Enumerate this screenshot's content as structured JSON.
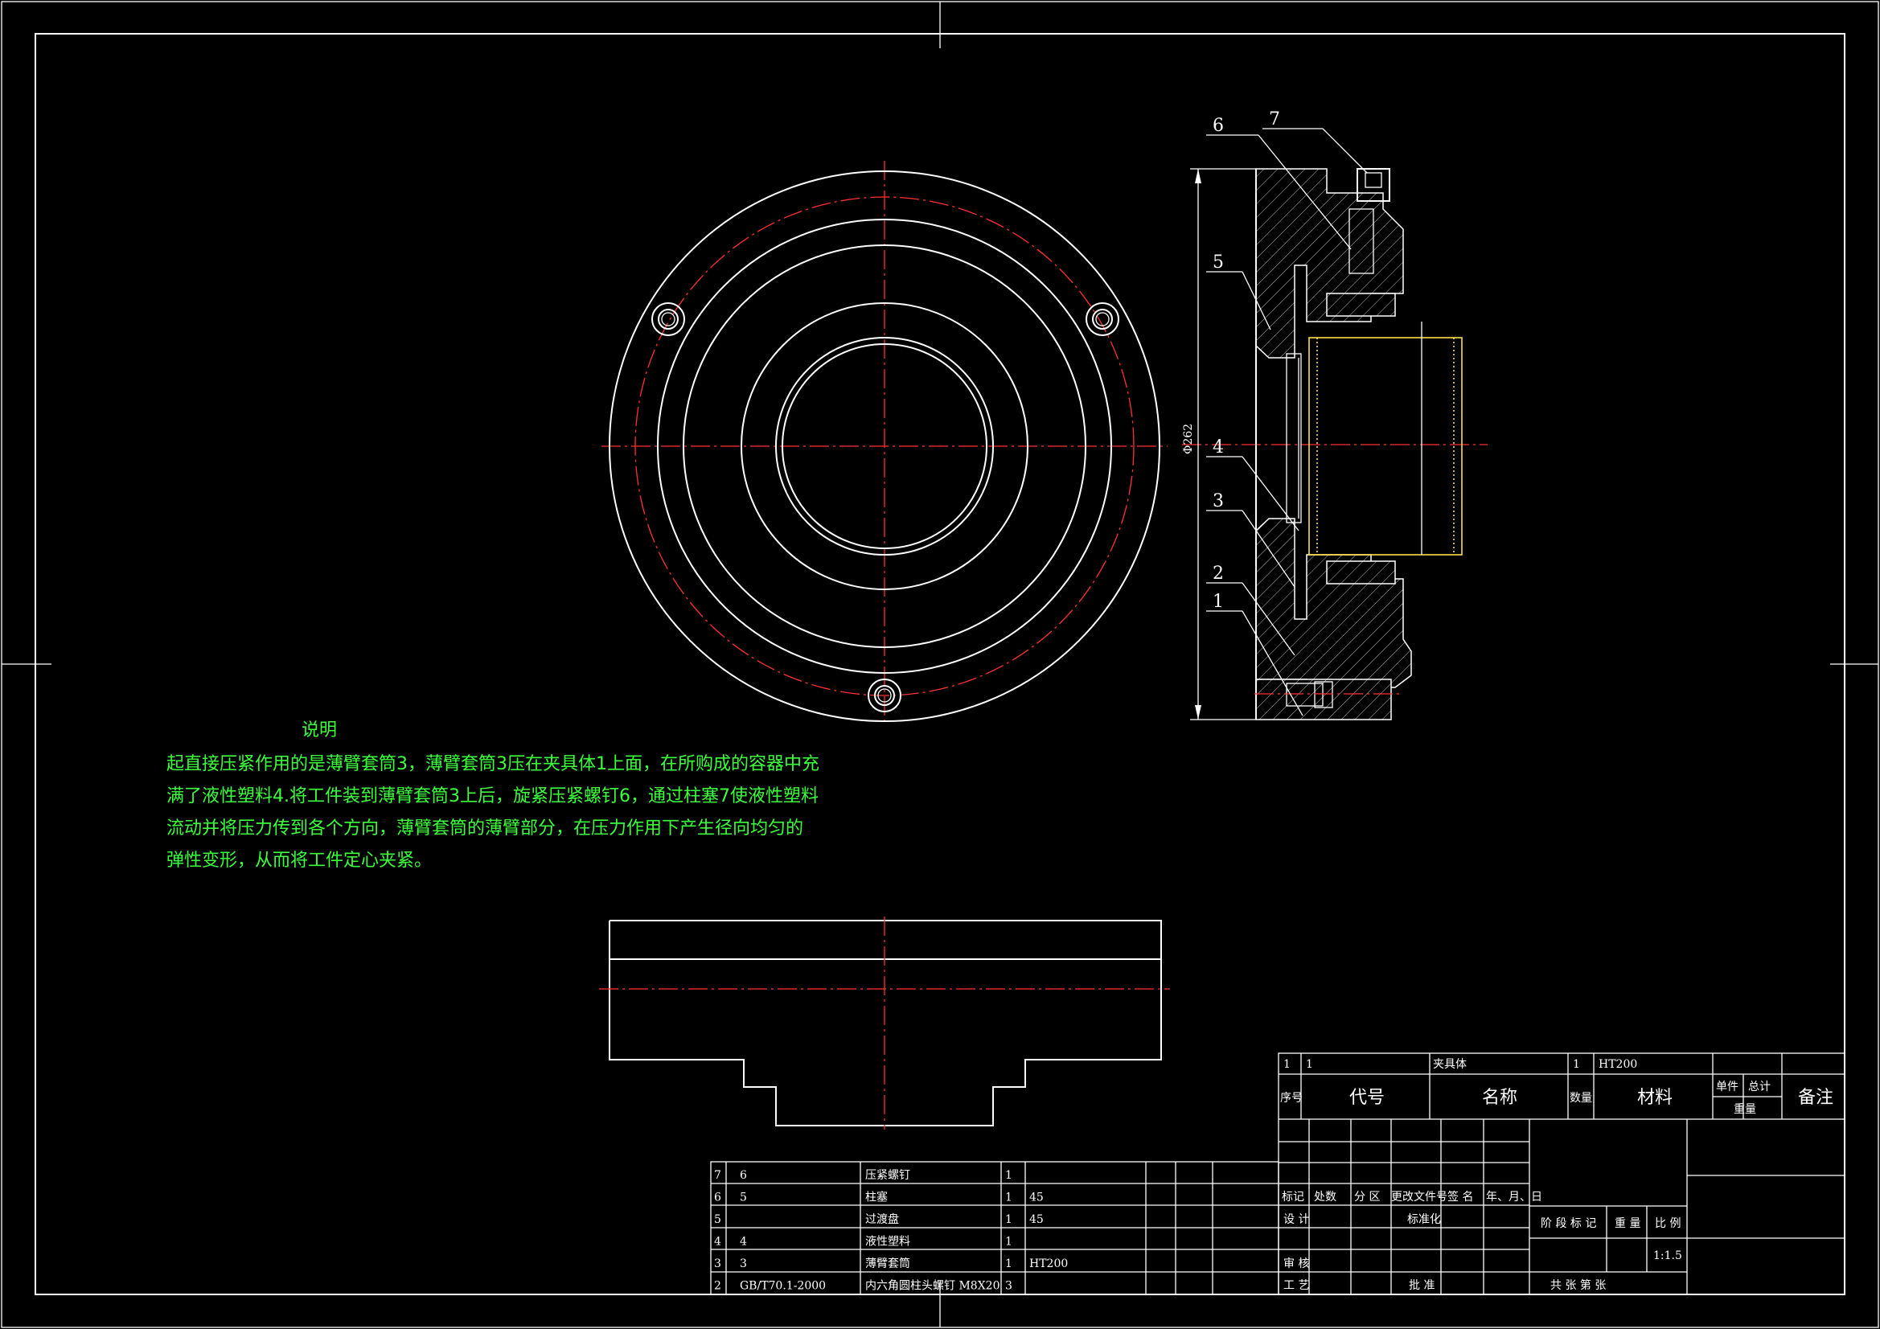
{
  "notes": {
    "title": "说明",
    "lines": [
      "起直接压紧作用的是薄臂套筒3，薄臂套筒3压在夹具体1上面，在所购成的容器中充",
      "满了液性塑料4.将工件装到薄臂套筒3上后，旋紧压紧螺钉6，通过柱塞7使液性塑料",
      "流动并将压力传到各个方向，薄臂套筒的薄臂部分，在压力作用下产生径向均匀的",
      "弹性变形，从而将工件定心夹紧。"
    ]
  },
  "section_view": {
    "balloons": [
      "6",
      "7",
      "5",
      "4",
      "3",
      "2",
      "1"
    ],
    "dimension": "Φ262"
  },
  "bom": {
    "rows": [
      {
        "seq": "7",
        "code": "6",
        "name": "压紧螺钉",
        "qty": "1",
        "material": ""
      },
      {
        "seq": "6",
        "code": "5",
        "name": "柱塞",
        "qty": "1",
        "material": "45"
      },
      {
        "seq": "5",
        "code": "",
        "name": "过渡盘",
        "qty": "1",
        "material": "45"
      },
      {
        "seq": "4",
        "code": "4",
        "name": "液性塑料",
        "qty": "1",
        "material": ""
      },
      {
        "seq": "3",
        "code": "3",
        "name": "薄臂套筒",
        "qty": "1",
        "material": "HT200"
      },
      {
        "seq": "2",
        "code": "GB/T70.1-2000",
        "name": "内六角圆柱头螺钉 M8X20",
        "qty": "3",
        "material": ""
      }
    ],
    "top_row": {
      "seq": "1",
      "code": "1",
      "name": "夹具体",
      "qty": "1",
      "material": "HT200"
    },
    "header": {
      "seq": "序号",
      "code": "代号",
      "name": "名称",
      "qty": "数量",
      "material": "材料",
      "unit": "单件",
      "total": "总计",
      "weight": "重量",
      "remark": "备注"
    }
  },
  "title_block": {
    "mark": "标记",
    "count": "处数",
    "zone": "分 区",
    "doc_no": "更改文件号",
    "sign": "签 名",
    "date": "年、月、日",
    "design": "设 计",
    "standard": "标准化",
    "check": "审 核",
    "process": "工 艺",
    "approve": "批 准",
    "stage": "阶 段 标 记",
    "weight": "重 量",
    "scale_label": "比 例",
    "scale": "1:1.5",
    "sheets": "共    张    第    张"
  }
}
